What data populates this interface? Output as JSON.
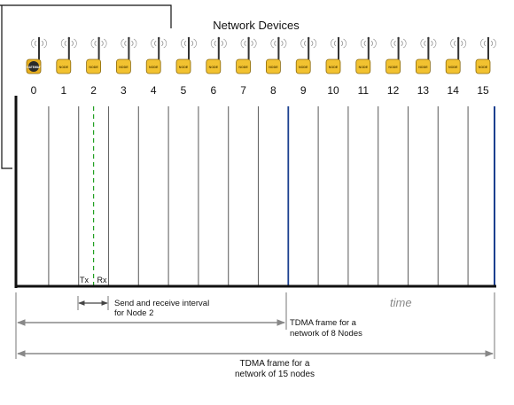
{
  "title": "Network Devices",
  "node_ids": [
    "0",
    "1",
    "2",
    "3",
    "4",
    "5",
    "6",
    "7",
    "8",
    "9",
    "10",
    "11",
    "12",
    "13",
    "14",
    "15"
  ],
  "gateway_badge": "GATEWAY",
  "node_badge": "NODE",
  "slot_labels": {
    "tx": "Tx",
    "rx": "Rx"
  },
  "time_label": "time",
  "annotations": {
    "interval_line1": "Send and receive interval",
    "interval_line2": "for Node 2",
    "frame8_line1": "TDMA frame for a",
    "frame8_line2": "network of 8 Nodes",
    "frame15_line1": "TDMA frame for a",
    "frame15_line2": "network of 15 nodes"
  },
  "colors": {
    "node_fill": "#f2c230",
    "node_stroke": "#8a6a10",
    "gateway_fill": "#e8b020",
    "gateway_center": "#2a2a2a",
    "axis": "#111111",
    "slot_line": "#666666",
    "frame_marker": "#1a3f8f",
    "tx_rx_divider": "#22a022",
    "arrow": "#888888"
  },
  "icons": [
    "gateway-radio-icon",
    "node-radio-icon",
    "antenna-icon",
    "signal-waves-icon"
  ]
}
